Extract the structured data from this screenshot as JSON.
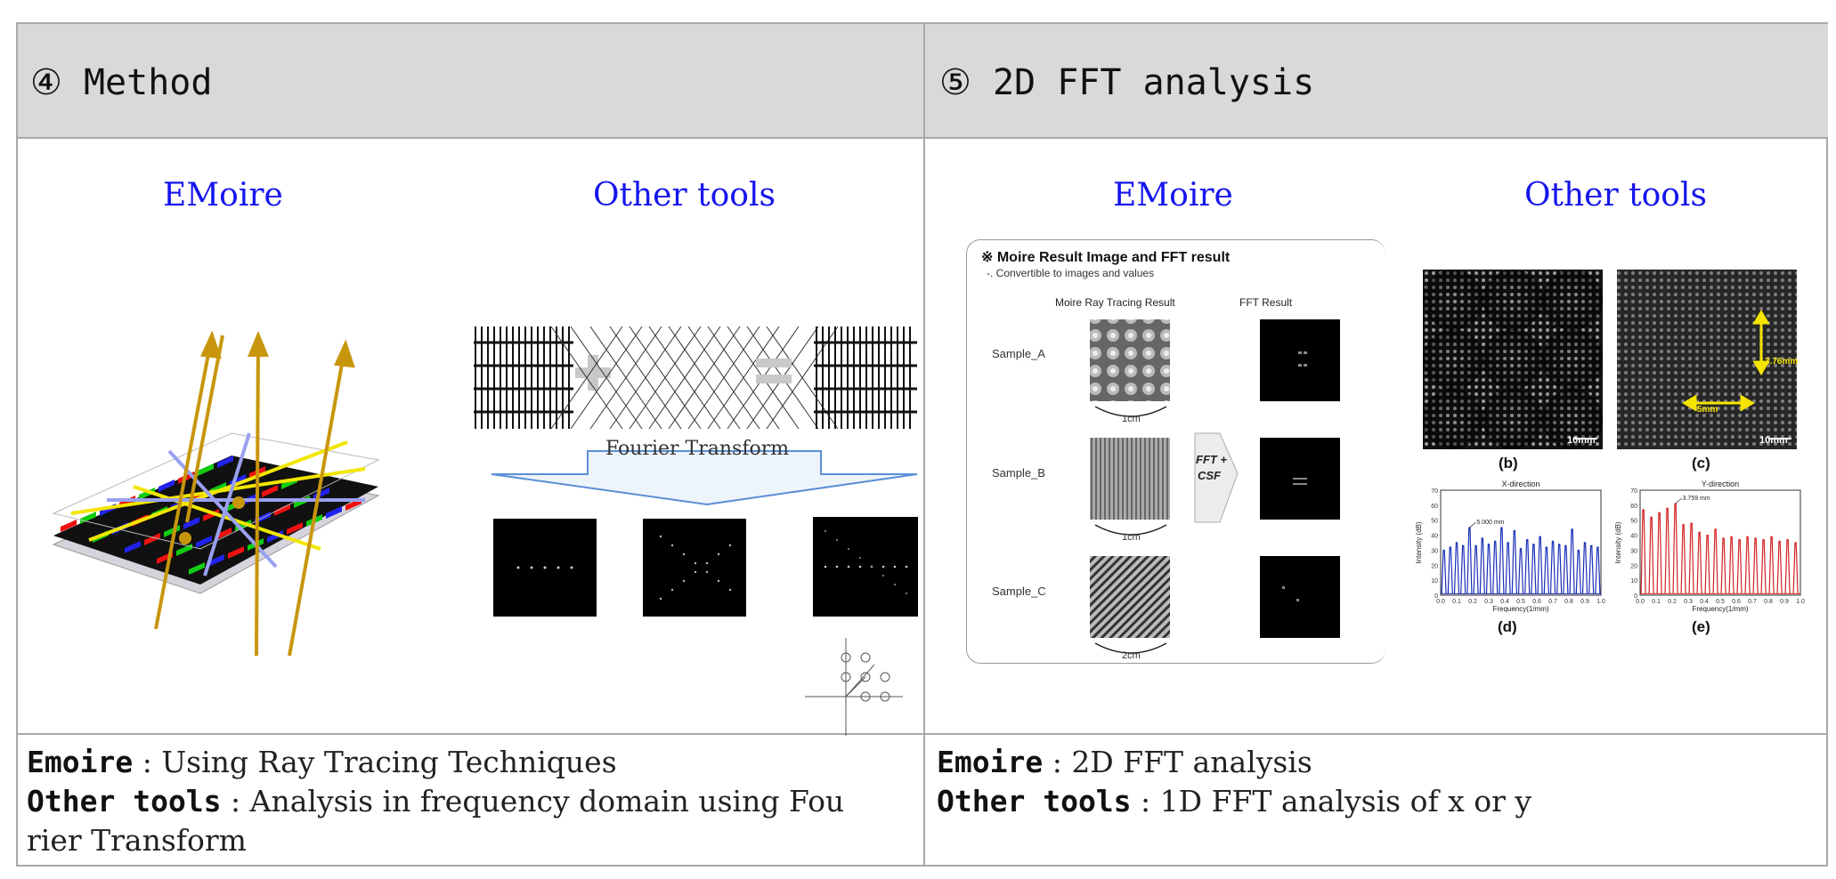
{
  "left_header": "④ Method",
  "right_header": "⑤ 2D FFT analysis",
  "method": {
    "emoire_title": "EMoire",
    "other_title": "Other tools",
    "fourier_label": "Fourier Transform",
    "note_emoire_key": "Emoire",
    "note_emoire_val": " : Using Ray Tracing Techniques",
    "note_other_key": "Other tools",
    "note_other_val_line1": " : Analysis in frequency domain using Fou",
    "note_other_val_line2": "rier Transform"
  },
  "fft": {
    "emoire_title": "EMoire",
    "other_title": "Other tools",
    "panel_heading": "※ Moire Result Image and FFT result",
    "panel_sub": "-. Convertible to images and values",
    "col_ray": "Moire Ray Tracing Result",
    "col_fft": "FFT  Result",
    "samples": [
      "Sample_A",
      "Sample_B",
      "Sample_C"
    ],
    "dims": [
      "1cm",
      "1cm",
      "2cm"
    ],
    "arrow_label_1": "FFT +",
    "arrow_label_2": "CSF",
    "img_b_label": "(b)",
    "img_c_label": "(c)",
    "scale_b": "10mm",
    "scale_c": "10mm",
    "meas_vertical": "3.76mm",
    "meas_horizontal": "5mm",
    "chart_d_label": "(d)",
    "chart_e_label": "(e)",
    "note_emoire_key": "Emoire",
    "note_emoire_val": " : 2D FFT analysis",
    "note_other_key": "Other tools",
    "note_other_val": " : 1D FFT analysis of x or y"
  },
  "chart_data": [
    {
      "type": "line",
      "title": "X-direction",
      "xlabel": "Frequency(1/mm)",
      "ylabel": "Intensity (dB)",
      "xlim": [
        0,
        1.0
      ],
      "ylim": [
        0,
        70
      ],
      "xticks": [
        "0.0",
        "0.1",
        "0.2",
        "0.3",
        "0.4",
        "0.5",
        "0.6",
        "0.7",
        "0.8",
        "0.9",
        "1.0"
      ],
      "yticks": [
        "0",
        "10",
        "20",
        "30",
        "40",
        "50",
        "60",
        "70"
      ],
      "annotation": "5.000 mm",
      "color": "#1a2fb8",
      "peaks": [
        {
          "x": 0.02,
          "y": 30
        },
        {
          "x": 0.06,
          "y": 32
        },
        {
          "x": 0.1,
          "y": 35
        },
        {
          "x": 0.14,
          "y": 33
        },
        {
          "x": 0.18,
          "y": 45
        },
        {
          "x": 0.22,
          "y": 33
        },
        {
          "x": 0.26,
          "y": 38
        },
        {
          "x": 0.3,
          "y": 34
        },
        {
          "x": 0.34,
          "y": 36
        },
        {
          "x": 0.38,
          "y": 45
        },
        {
          "x": 0.42,
          "y": 35
        },
        {
          "x": 0.46,
          "y": 43
        },
        {
          "x": 0.5,
          "y": 31
        },
        {
          "x": 0.54,
          "y": 37
        },
        {
          "x": 0.58,
          "y": 34
        },
        {
          "x": 0.62,
          "y": 39
        },
        {
          "x": 0.66,
          "y": 32
        },
        {
          "x": 0.7,
          "y": 36
        },
        {
          "x": 0.74,
          "y": 34
        },
        {
          "x": 0.78,
          "y": 33
        },
        {
          "x": 0.82,
          "y": 44
        },
        {
          "x": 0.86,
          "y": 30
        },
        {
          "x": 0.9,
          "y": 35
        },
        {
          "x": 0.94,
          "y": 33
        },
        {
          "x": 0.98,
          "y": 32
        }
      ]
    },
    {
      "type": "line",
      "title": "Y-direction",
      "xlabel": "Frequency(1/mm)",
      "ylabel": "Intensity (dB)",
      "xlim": [
        0,
        1.0
      ],
      "ylim": [
        0,
        70
      ],
      "xticks": [
        "0.0",
        "0.1",
        "0.2",
        "0.3",
        "0.4",
        "0.5",
        "0.6",
        "0.7",
        "0.8",
        "0.9",
        "1.0"
      ],
      "yticks": [
        "0",
        "10",
        "20",
        "30",
        "40",
        "50",
        "60",
        "70"
      ],
      "annotation": "3.759 mm",
      "color": "#d42020",
      "peaks": [
        {
          "x": 0.02,
          "y": 57
        },
        {
          "x": 0.07,
          "y": 52
        },
        {
          "x": 0.12,
          "y": 55
        },
        {
          "x": 0.17,
          "y": 58
        },
        {
          "x": 0.22,
          "y": 61
        },
        {
          "x": 0.27,
          "y": 47
        },
        {
          "x": 0.32,
          "y": 48
        },
        {
          "x": 0.37,
          "y": 42
        },
        {
          "x": 0.42,
          "y": 40
        },
        {
          "x": 0.47,
          "y": 44
        },
        {
          "x": 0.52,
          "y": 38
        },
        {
          "x": 0.57,
          "y": 39
        },
        {
          "x": 0.62,
          "y": 37
        },
        {
          "x": 0.67,
          "y": 39
        },
        {
          "x": 0.72,
          "y": 38
        },
        {
          "x": 0.77,
          "y": 37
        },
        {
          "x": 0.82,
          "y": 39
        },
        {
          "x": 0.87,
          "y": 36
        },
        {
          "x": 0.92,
          "y": 37
        },
        {
          "x": 0.97,
          "y": 35
        }
      ]
    }
  ]
}
